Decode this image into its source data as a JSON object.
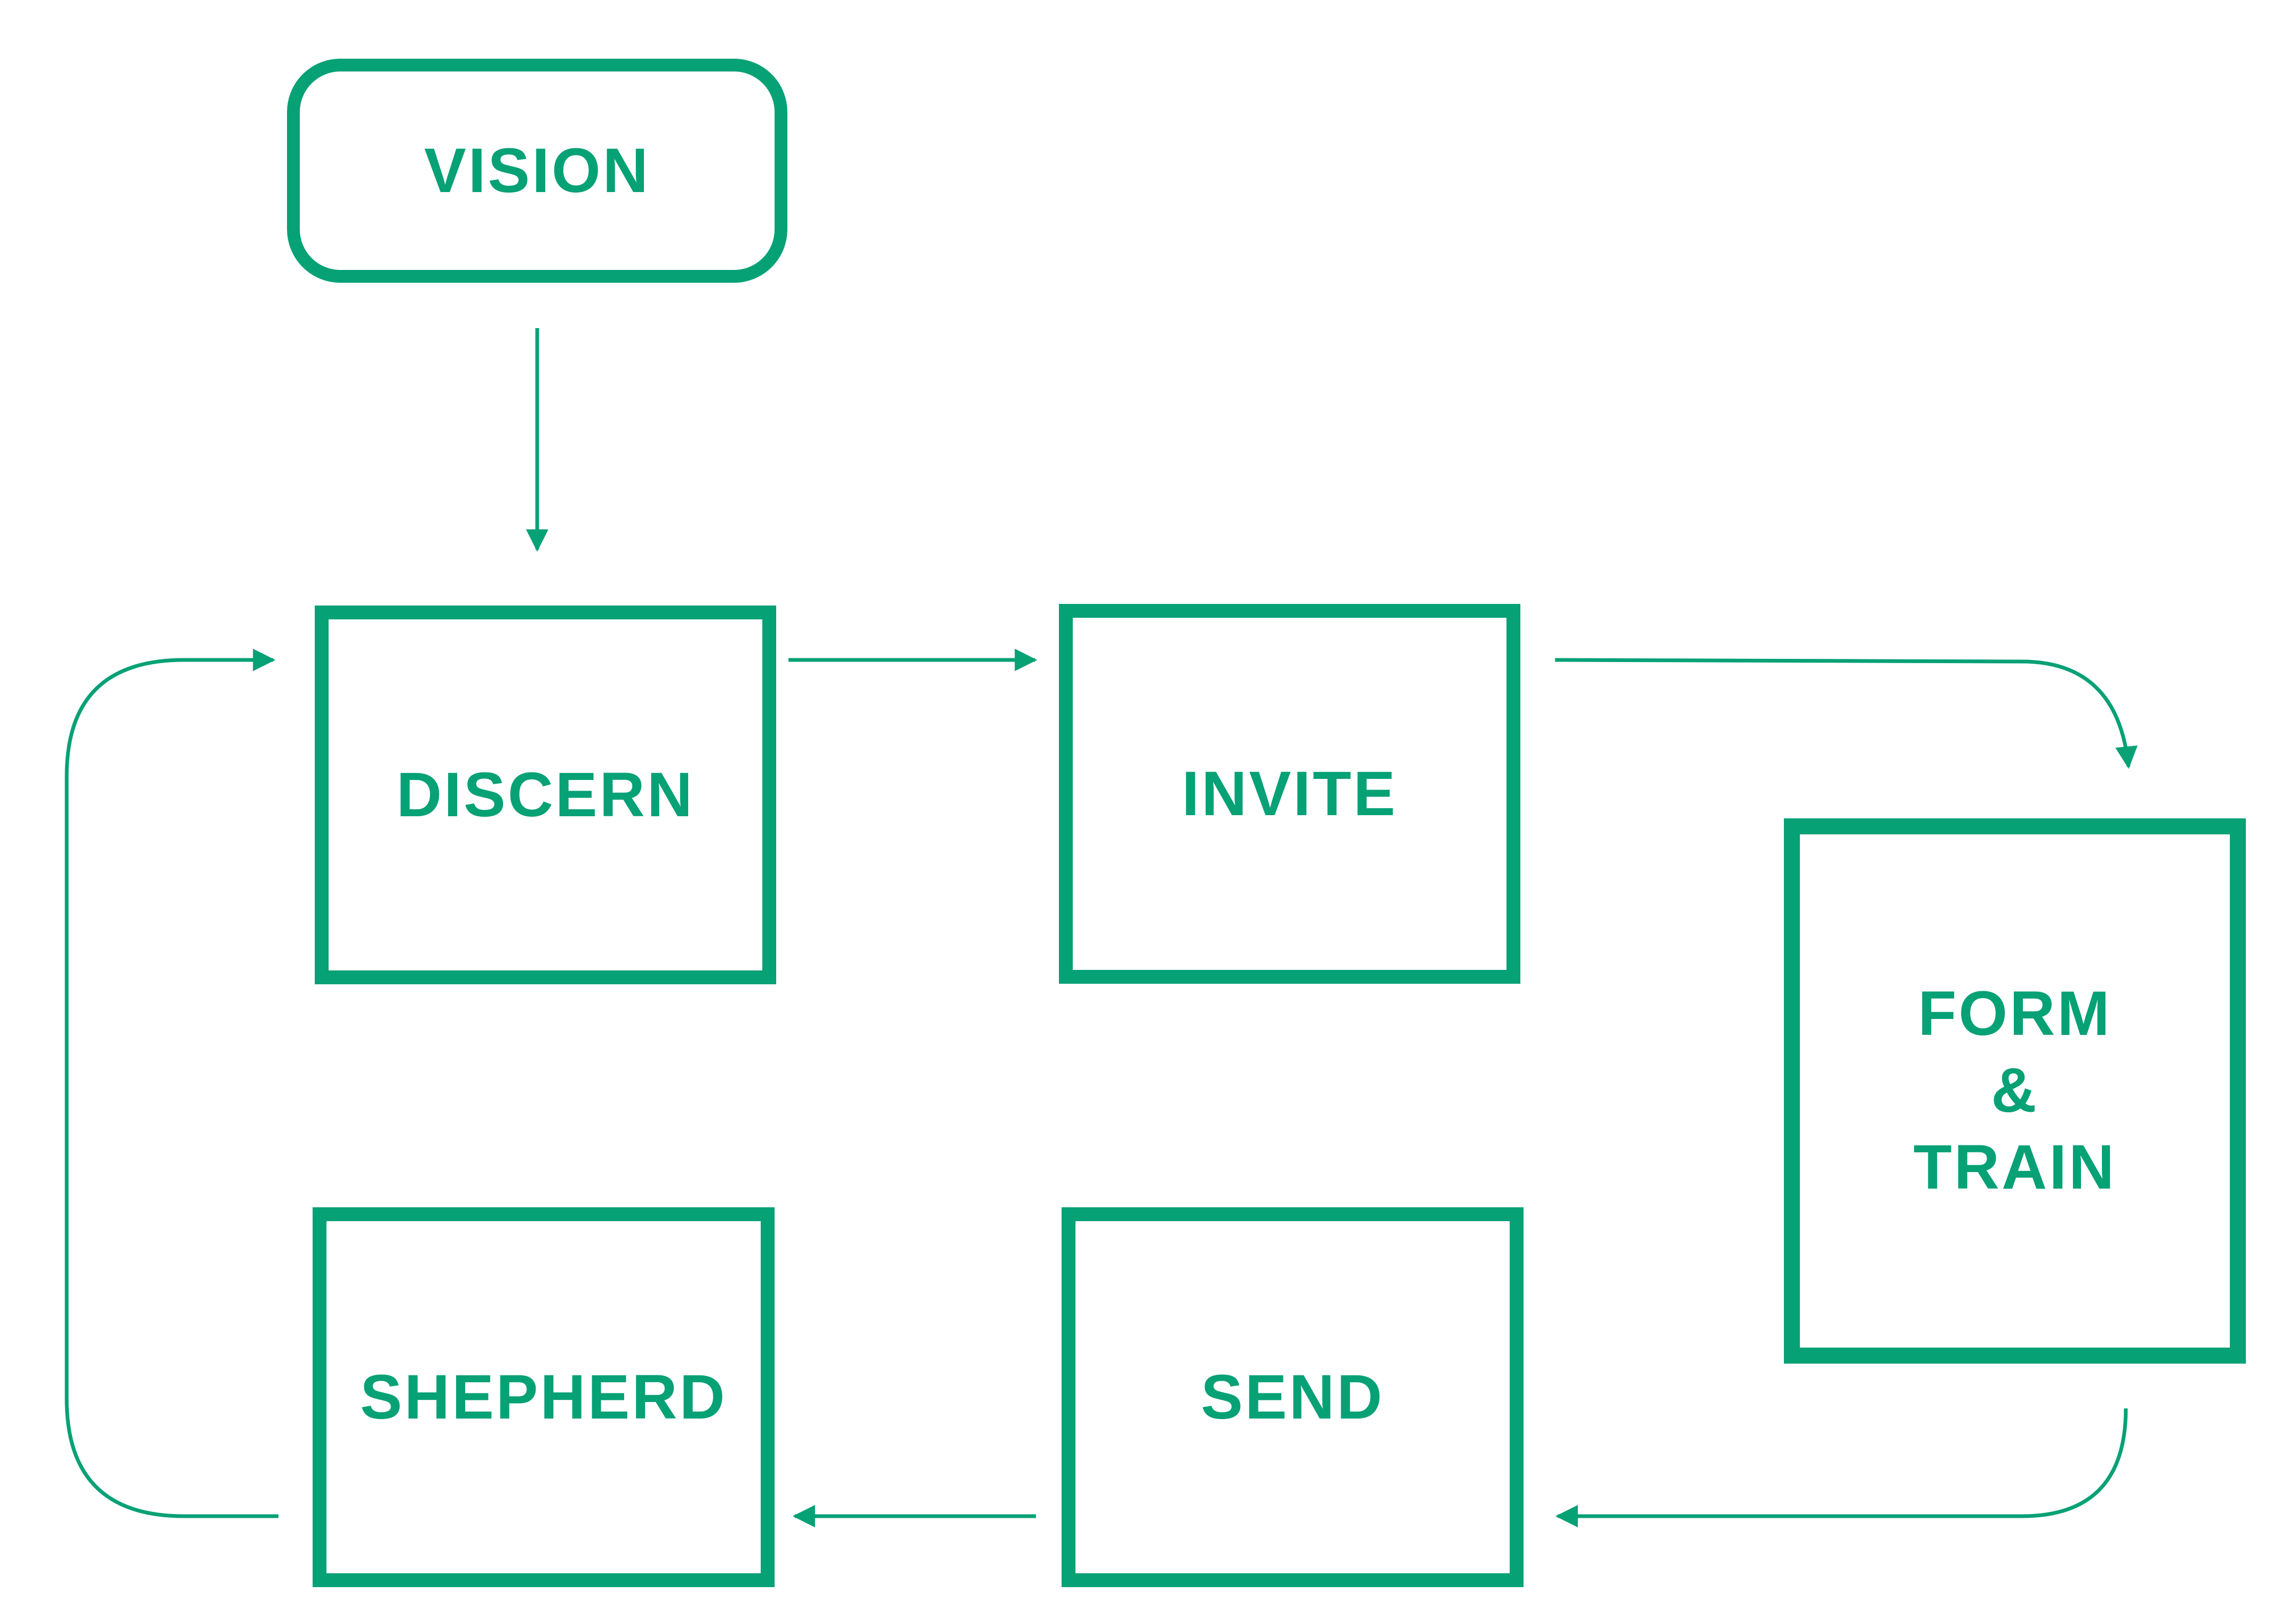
{
  "colors": {
    "accent": "#07a176",
    "background": "#ffffff"
  },
  "nodes": {
    "vision": {
      "label": "VISION"
    },
    "discern": {
      "label": "DISCERN"
    },
    "invite": {
      "label": "INVITE"
    },
    "form_train": {
      "line1": "FORM",
      "line2": "&",
      "line3": "TRAIN"
    },
    "send": {
      "label": "SEND"
    },
    "shepherd": {
      "label": "SHEPHERD"
    }
  },
  "edges": [
    {
      "from": "vision",
      "to": "discern"
    },
    {
      "from": "discern",
      "to": "invite"
    },
    {
      "from": "invite",
      "to": "form_train"
    },
    {
      "from": "form_train",
      "to": "send"
    },
    {
      "from": "send",
      "to": "shepherd"
    },
    {
      "from": "shepherd",
      "to": "discern"
    }
  ]
}
